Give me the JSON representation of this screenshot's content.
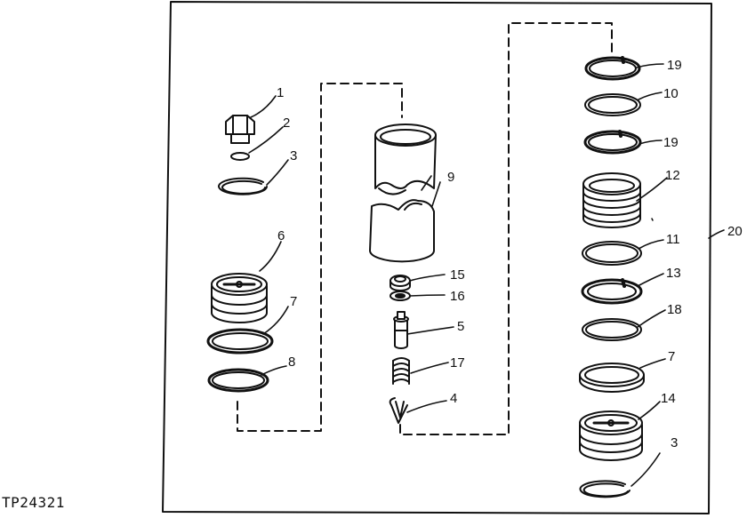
{
  "figure_id": "TP24321",
  "labels": {
    "l1": "1",
    "l2": "2",
    "l3a": "3",
    "l6": "6",
    "l7a": "7",
    "l8": "8",
    "l9": "9",
    "l15": "15",
    "l16": "16",
    "l5": "5",
    "l17": "17",
    "l4": "4",
    "l19a": "19",
    "l10": "10",
    "l19b": "19",
    "l12": "12",
    "l11": "11",
    "l13": "13",
    "l18": "18",
    "l7b": "7",
    "l14": "14",
    "l3b": "3",
    "l20": "20"
  }
}
